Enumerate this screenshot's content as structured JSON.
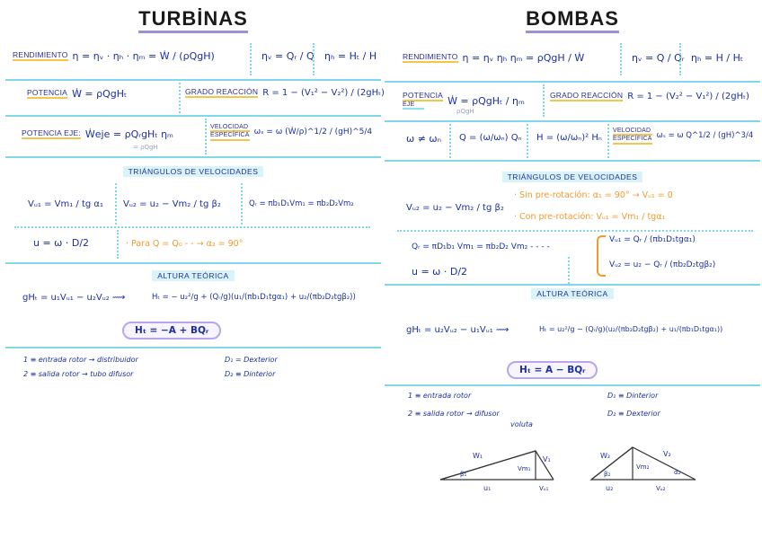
{
  "turbinas": {
    "title": "TURBİNAS",
    "rendimiento": {
      "label": "Rendimiento",
      "f1": "η = ηᵥ · ηₕ · ηₘ = Ẇ / (ρQgH)",
      "f2": "ηᵥ = Qᵣ / Q",
      "f3": "ηₕ = Hₜ / H"
    },
    "potencia": {
      "label": "Potencia",
      "formula": "Ẇ = ρQgHₜ"
    },
    "grado": {
      "label": "Grado reacción",
      "formula": "R = 1 − (V₁² − V₂²) / (2gHₜ)"
    },
    "potencia_eje": {
      "label": "Potencia eje:",
      "formula": "Ẇeje = ρQᵣgHₜ ηₘ",
      "faint": "= ρQgH"
    },
    "velocidad": {
      "label1": "Velocidad",
      "label2": "específica",
      "formula": "ωₛ = ω (Ẇ/ρ)^1/2 / (gH)^5/4"
    },
    "triangulos": "Triángulos de velocidades",
    "vu1": "Vᵤ₁ = Vm₁ / tg α₁",
    "vu2": "Vᵤ₂ = u₂ − Vm₂ / tg β₂",
    "qr": "Qᵣ = πb₁D₁Vm₁ = πb₂D₂Vm₂",
    "u": "u = ω · D/2",
    "para": "· Para  Q = Q₀ - - → α₂ = 90°",
    "altura": "Altura teórica",
    "ght": "gHₜ = u₁Vᵤ₁ − u₂Vᵤ₂ ⟿",
    "ht": "Hₜ = − u₂²/g + (Qᵣ/g)(u₁/(πb₁D₁tgα₁) + u₂/(πb₂D₂tgβ₂))",
    "bubble": "Hₜ = −A + BQᵣ",
    "note1": "1 ≡ entrada rotor → distribuidor",
    "note2": "2 ≡ salida rotor → tubo difusor",
    "d1": "D₁ = Dexterior",
    "d2": "D₂ ≡ Dinterior"
  },
  "bombas": {
    "title": "BOMBAS",
    "rendimiento": {
      "label": "Rendimiento",
      "f1": "η = ηᵥ ηₕ ηₘ = ρQgH / Ẇ",
      "f2": "ηᵥ = Q / Qᵣ",
      "f3": "ηₕ = H / Hₜ"
    },
    "potencia": {
      "label1": "Potencia",
      "label2": "eje",
      "formula": "Ẇ = ρQgHₜ / ηₘ",
      "faint": "ρQgH"
    },
    "grado": {
      "label": "Grado reacción",
      "formula": "R = 1 − (V₂² − V₁²) / (2gHₜ)"
    },
    "omega": "ω ≠ ωₙ",
    "q": "Q = (ω/ωₙ) Qₙ",
    "h": "H = (ω/ωₙ)² Hₙ",
    "velocidad": {
      "label1": "Velocidad",
      "label2": "específica",
      "formula": "ωₛ = ω Q^1/2 / (gH)^3/4"
    },
    "triangulos": "Triángulos de velocidades",
    "vu2": "Vᵤ₂ = u₂ − Vm₂ / tg β₂",
    "sin": "· Sin pre-rotación:  α₁ = 90° → Vᵤ₁ = 0",
    "con": "· Con pre-rotación:  Vᵤ₁ = Vm₁ / tgα₁",
    "qr": "Qᵣ = πD₁b₁ Vm₁ = πb₂D₂ Vm₂ - - - -",
    "u": "u = ω · D/2",
    "vu1b": "Vᵤ₁ = Qᵣ / (πb₁D₁tgα₁)",
    "vu2b": "Vᵤ₂ = u₂ − Qᵣ / (πb₂D₂tgβ₂)",
    "altura": "Altura teórica",
    "ght": "gHₜ = u₂Vᵤ₂ − u₁Vᵤ₁ ⟿",
    "ht": "Hₜ = u₂²/g − (Qᵣ/g)(u₂/(πb₂D₂tgβ₂) + u₁/(πb₁D₁tgα₁))",
    "bubble": "Hₜ = A − BQᵣ",
    "note1": "1 ≡ entrada rotor",
    "note2": "2 ≡ salida rotor → difusor",
    "note2b": "voluta",
    "d1": "D₁ ≡ Dinterior",
    "d2": "D₂ ≡ Dexterior",
    "tri1": {
      "w": "W₁",
      "v": "V₁",
      "beta": "β₁",
      "vm": "Vm₁",
      "u": "u₁",
      "vu": "Vᵤ₁"
    },
    "tri2": {
      "w": "W₂",
      "v": "V₂",
      "beta": "β₂",
      "vm": "Vm₂",
      "alpha": "α₂",
      "u": "u₂",
      "vu": "Vᵤ₂"
    }
  }
}
